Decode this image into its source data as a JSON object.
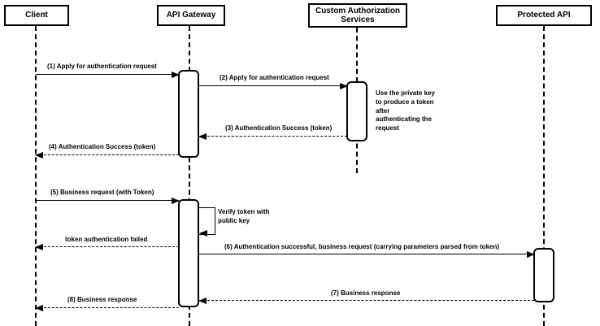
{
  "actors": [
    {
      "label": "Client"
    },
    {
      "label": "API Gateway"
    },
    {
      "label": "Custom Authorization Services"
    },
    {
      "label": "Protected API"
    }
  ],
  "messages": [
    {
      "label": "(1) Apply for authentication request",
      "from": "Client",
      "to": "API Gateway",
      "style": "solid"
    },
    {
      "label": "(2) Apply for authentication request",
      "from": "API Gateway",
      "to": "Custom Authorization Services",
      "style": "solid"
    },
    {
      "label": "(3) Authentication Success (token)",
      "from": "Custom Authorization Services",
      "to": "API Gateway",
      "style": "dashed"
    },
    {
      "label": "(4) Authentication Success (token)",
      "from": "API Gateway",
      "to": "Client",
      "style": "dashed"
    },
    {
      "label": "(5) Business request (with Token)",
      "from": "Client",
      "to": "API Gateway",
      "style": "solid"
    },
    {
      "label": "Verify token with public key",
      "from": "API Gateway",
      "to": "API Gateway",
      "style": "self"
    },
    {
      "label": "token authentication failed",
      "from": "API Gateway",
      "to": "Client",
      "style": "dashed"
    },
    {
      "label": "(6) Authentication successful, business request (carrying parameters parsed from token)",
      "from": "API Gateway",
      "to": "Protected API",
      "style": "solid"
    },
    {
      "label": "(7) Business response",
      "from": "Protected API",
      "to": "API Gateway",
      "style": "dashed"
    },
    {
      "label": "(8) Business response",
      "from": "API Gateway",
      "to": "Client",
      "style": "dashed"
    }
  ],
  "note": {
    "text": "Use the private key to produce a token after authenticating the request"
  },
  "colors": {
    "line": "#000000",
    "background": "#ffffff",
    "box_fill": "#ffffff"
  }
}
